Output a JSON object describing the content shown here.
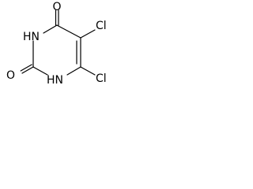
{
  "molecule": {
    "name": "",
    "atoms": {
      "o_top": "O",
      "o_left": "O",
      "nh_upper": "HN",
      "nh_lower": "HN",
      "cl_upper": "Cl",
      "cl_lower": "Cl"
    }
  },
  "colors": {
    "bond": "#000000",
    "text": "#000000",
    "background": "#ffffff"
  }
}
